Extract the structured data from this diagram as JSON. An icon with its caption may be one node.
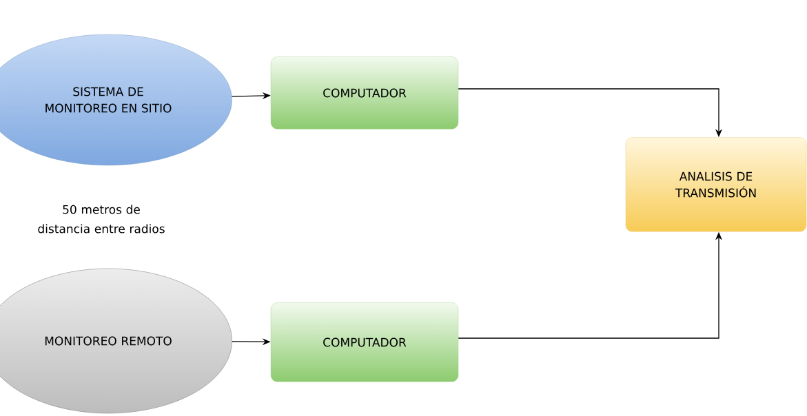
{
  "diagram": {
    "nodes": [
      {
        "text": [
          "SISTEMA DE MONITOREO EN SITIO"
        ]
      },
      {
        "text": [
          "COMPUTADOR"
        ]
      },
      {
        "text": [
          "ANALISIS DE TRANSMISIÓN"
        ]
      },
      {
        "text": [
          "MONITOREO REMOTO"
        ]
      },
      {
        "text": [
          "COMPUTADOR"
        ]
      }
    ],
    "edges": [
      {
        "from": 0,
        "to": 1,
        "arrow": "to"
      },
      {
        "from": 1,
        "to": 2,
        "arrow": "to"
      },
      {
        "from": 3,
        "to": 4,
        "arrow": "to"
      },
      {
        "from": 4,
        "to": 2,
        "arrow": "to"
      }
    ],
    "labels": [
      "50 metros de distancia entre radios"
    ]
  }
}
